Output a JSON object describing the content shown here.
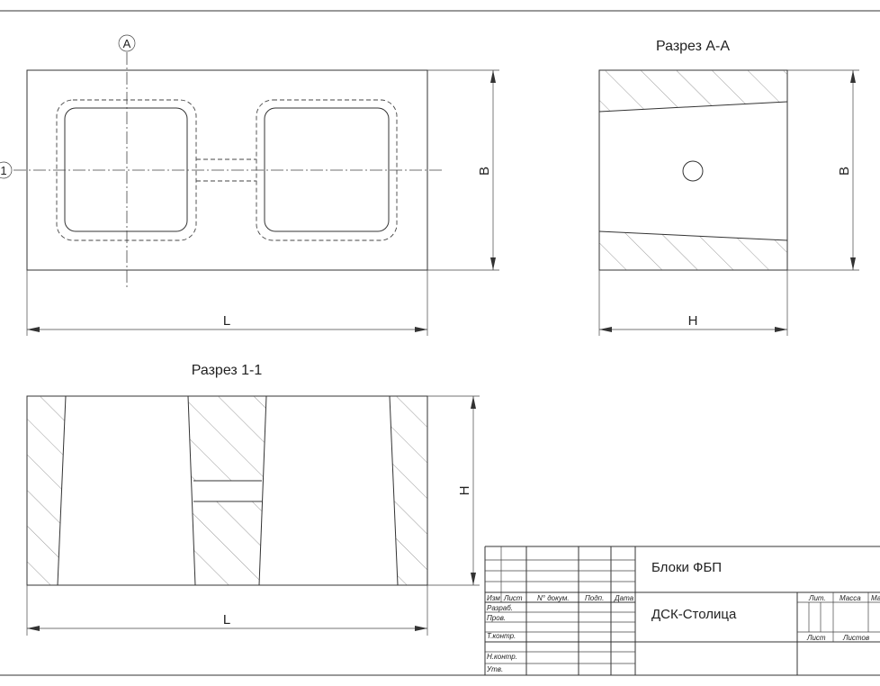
{
  "view_top": {
    "section_mark": "A",
    "axis_mark": "1",
    "dim_length": "L",
    "dim_width": "B"
  },
  "section_aa": {
    "title": "Разрез А-А",
    "dim_height": "H",
    "dim_width": "B"
  },
  "section_11": {
    "title": "Разрез 1-1",
    "dim_height": "H",
    "dim_length": "L"
  },
  "title_block": {
    "product": "Блоки ФБП",
    "company": "ДСК-Столица",
    "col_izm": "Изм",
    "col_list": "Лист",
    "col_doc": "N° докум.",
    "col_sign": "Подп.",
    "col_date": "Дата",
    "row_razrab": "Разраб.",
    "row_prov": "Пров.",
    "row_tkontr": "Т.контр.",
    "row_nkontr": "Н.контр.",
    "row_utv": "Утв.",
    "lit": "Лит.",
    "massa": "Масса",
    "masshtab": "Ма",
    "list": "Лист",
    "listov": "Листов"
  }
}
